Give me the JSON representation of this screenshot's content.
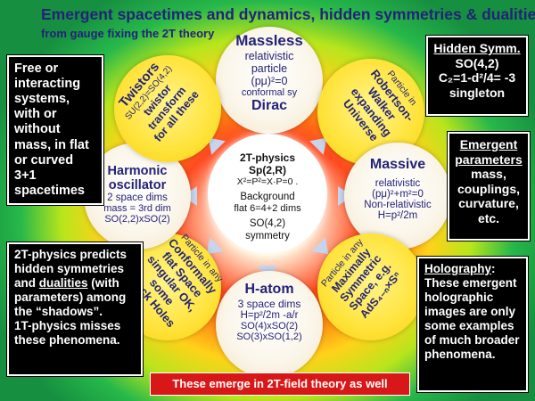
{
  "title": "Emergent spacetimes and dynamics, hidden symmetries & dualities",
  "subtitle": "from gauge fixing the 2T theory",
  "center": {
    "line1": "2T-physics",
    "line2": "Sp(2,R)",
    "line3": "X²=P²=X·P=0 .",
    "line4": "Background",
    "line5": "flat 6=4+2 dims",
    "line6": "SO(4,2)",
    "line7": "symmetry"
  },
  "bubbles": {
    "massless": {
      "l1": "Massless",
      "l2": "relativistic",
      "l3": "particle",
      "l4": "(pμ)²=0",
      "l5": "conformal sy",
      "l6": "Dirac"
    },
    "rw": {
      "l1": "Particle in",
      "l2": "Robertson-",
      "l3": "Walker",
      "l4": "expanding",
      "l5": "Universe"
    },
    "massive": {
      "l1": "Massive",
      "l2": "relativistic",
      "l3": "(pμ)²+m²=0",
      "l4": "Non-relativistic",
      "l5": "H=p²/2m"
    },
    "ads": {
      "l1": "Particle in any",
      "l2": "Maximally",
      "l3": "Symmetric",
      "l4": "Space, e.g.",
      "l5": "AdS₄₋ₙ×Sⁿ"
    },
    "hatom": {
      "l1": "H-atom",
      "l2": "3 space dims",
      "l3": "H=p²/2m -a/r",
      "l4": "SO(4)xSO(2)",
      "l5": "SO(3)xSO(1,2)"
    },
    "conformal": {
      "l1": "Particle in any",
      "l2": "Conformally",
      "l3": "flat Space",
      "l4": "singular OK,",
      "l5": "some",
      "l6": "Black Holes"
    },
    "harmonic": {
      "l1": "Harmonic",
      "l2": "oscillator",
      "l3": "2 space dims",
      "l4": "mass = 3rd dim",
      "l5": "SO(2,2)xSO(2)"
    },
    "twistors": {
      "l1": "Twistors",
      "l2": "SU(2,2)=SO(4,2)",
      "l3": "twistor",
      "l4": "transform",
      "l5": "for all these"
    }
  },
  "boxes": {
    "left_top": "Free or interacting systems, with or without mass, in flat or curved 3+1 spacetimes",
    "hidden_title": "Hidden Symm.",
    "hidden_l1": "SO(4,2)",
    "hidden_l2": "C₂=1-d²/4= -3",
    "hidden_l3": "singleton",
    "emergent_title1": "Emergent",
    "emergent_title2": "parameters",
    "emergent_body": "mass, couplings, curvature, etc.",
    "left_bottom_p1": "2T-physics predicts hidden symmetries and ",
    "left_bottom_dualities": "dualities",
    "left_bottom_p2": " (with parameters) among the “shadows”.",
    "left_bottom_p3": "1T-physics misses these phenomena.",
    "holography_title": "Holography",
    "holography_colon": ":",
    "holography_body": "These emergent holographic images are only some examples of much broader phenomena."
  },
  "banner": "These emerge in 2T-field theory as well",
  "colors": {
    "title": "#232378",
    "banner": "#d81818",
    "arrow": "#c7d4ee"
  }
}
